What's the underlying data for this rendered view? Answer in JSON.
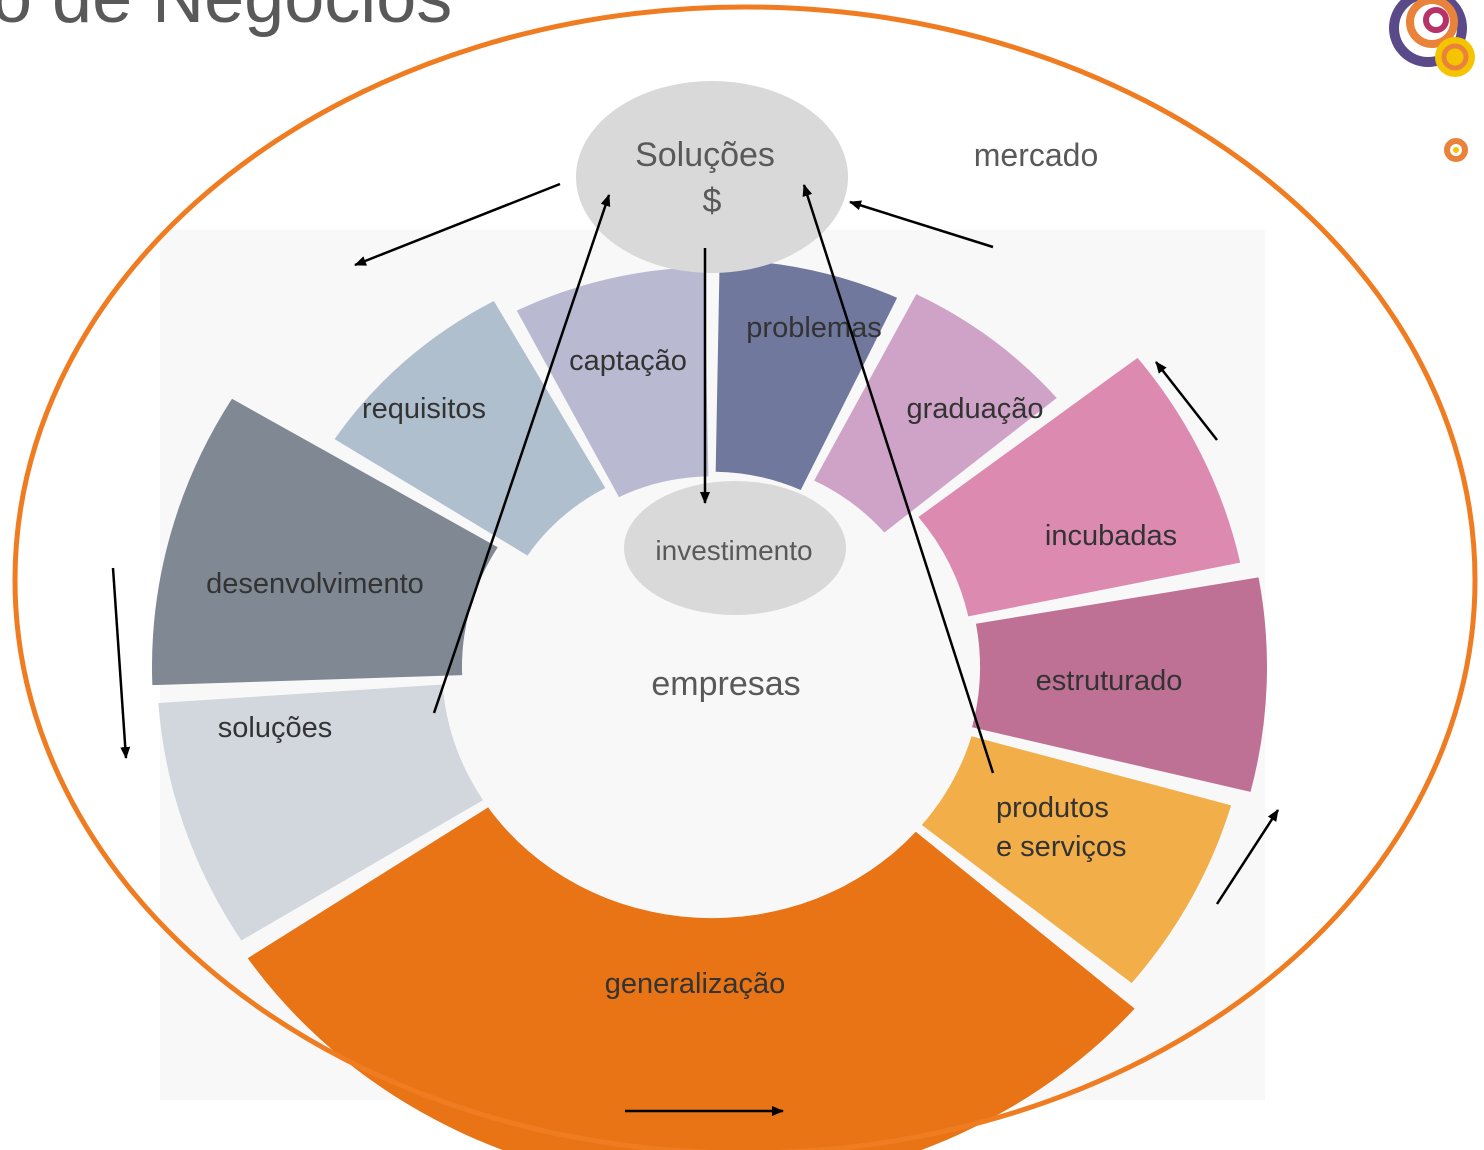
{
  "title": "o de Negócios",
  "ellipse_labels": {
    "top_solutions": "Soluções",
    "top_money": "$",
    "center_investment": "investimento",
    "market": "mercado",
    "companies": "empresas"
  },
  "segments": [
    {
      "id": "captacao",
      "label": "captação",
      "color": "#b9bad2"
    },
    {
      "id": "problemas",
      "label": "problemas",
      "color": "#70789e"
    },
    {
      "id": "graduacao",
      "label": "graduação",
      "color": "#cfa3c7"
    },
    {
      "id": "incubadas",
      "label": "incubadas",
      "color": "#dc8ab0"
    },
    {
      "id": "estruturado",
      "label": "estruturado",
      "color": "#bf7195"
    },
    {
      "id": "produtos",
      "label_line1": "produtos",
      "label_line2": "e serviços",
      "color": "#f2ae48"
    },
    {
      "id": "generalizacao",
      "label": "generalização",
      "color": "#e87416"
    },
    {
      "id": "solucoes",
      "label": "soluções",
      "color": "#d2d7dd"
    },
    {
      "id": "desenvolvimento",
      "label": "desenvolvimento",
      "color": "#7f8893"
    },
    {
      "id": "requisitos",
      "label": "requisitos",
      "color": "#afbfce"
    }
  ],
  "colors": {
    "outer_ellipse": "#f07c22",
    "bubble_fill": "#d9d9d9",
    "arrow": "#000000"
  }
}
